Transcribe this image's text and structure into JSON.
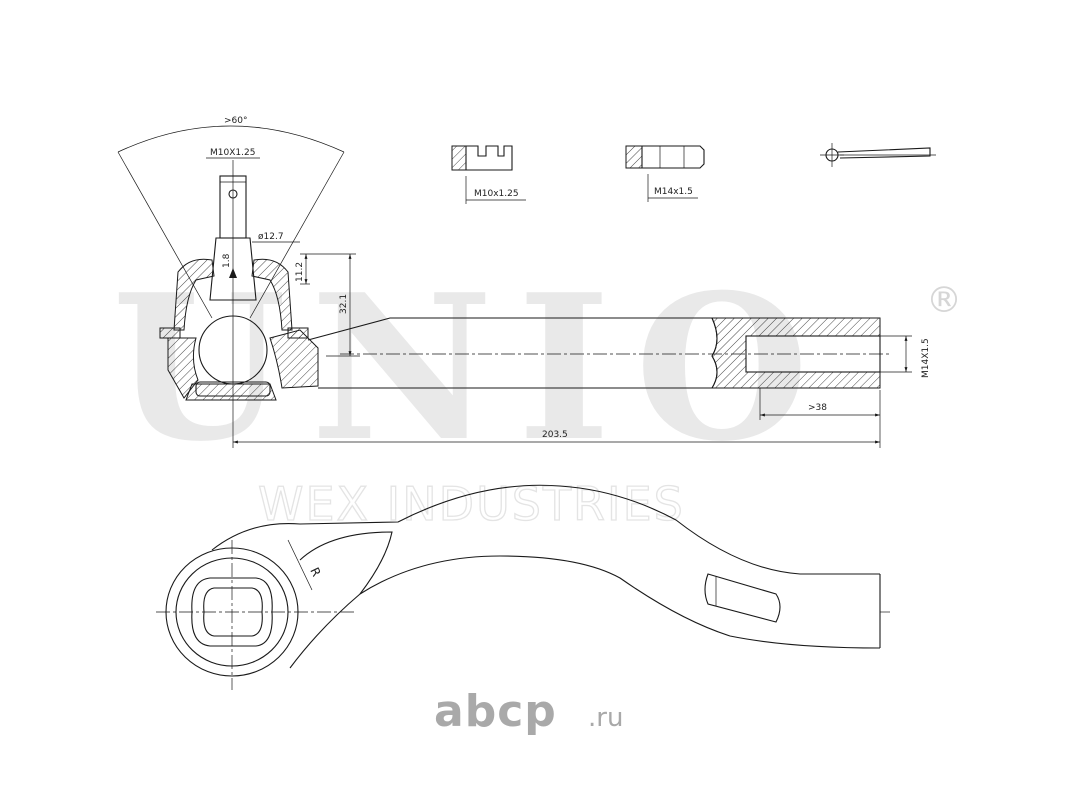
{
  "watermark": {
    "brand": "UNIO",
    "registered": "®",
    "company": "WEX INDUSTRIES"
  },
  "logo": {
    "name": "abcp",
    "tld": ".ru"
  },
  "dimensions": {
    "cone_angle": ">60°",
    "stud_thread": "M10X1.25",
    "stud_diameter": "ø12.7",
    "hole_offset": "1.8",
    "boot_height": "11.2",
    "stud_height": "32.1",
    "socket_thread": "M14X1.5",
    "thread_depth": ">38",
    "overall_length": "203.5"
  },
  "parts": {
    "castle_nut_thread": "M10x1.25",
    "lock_nut_thread": "M14x1.5"
  },
  "top_view": {
    "radius_label": "R"
  }
}
